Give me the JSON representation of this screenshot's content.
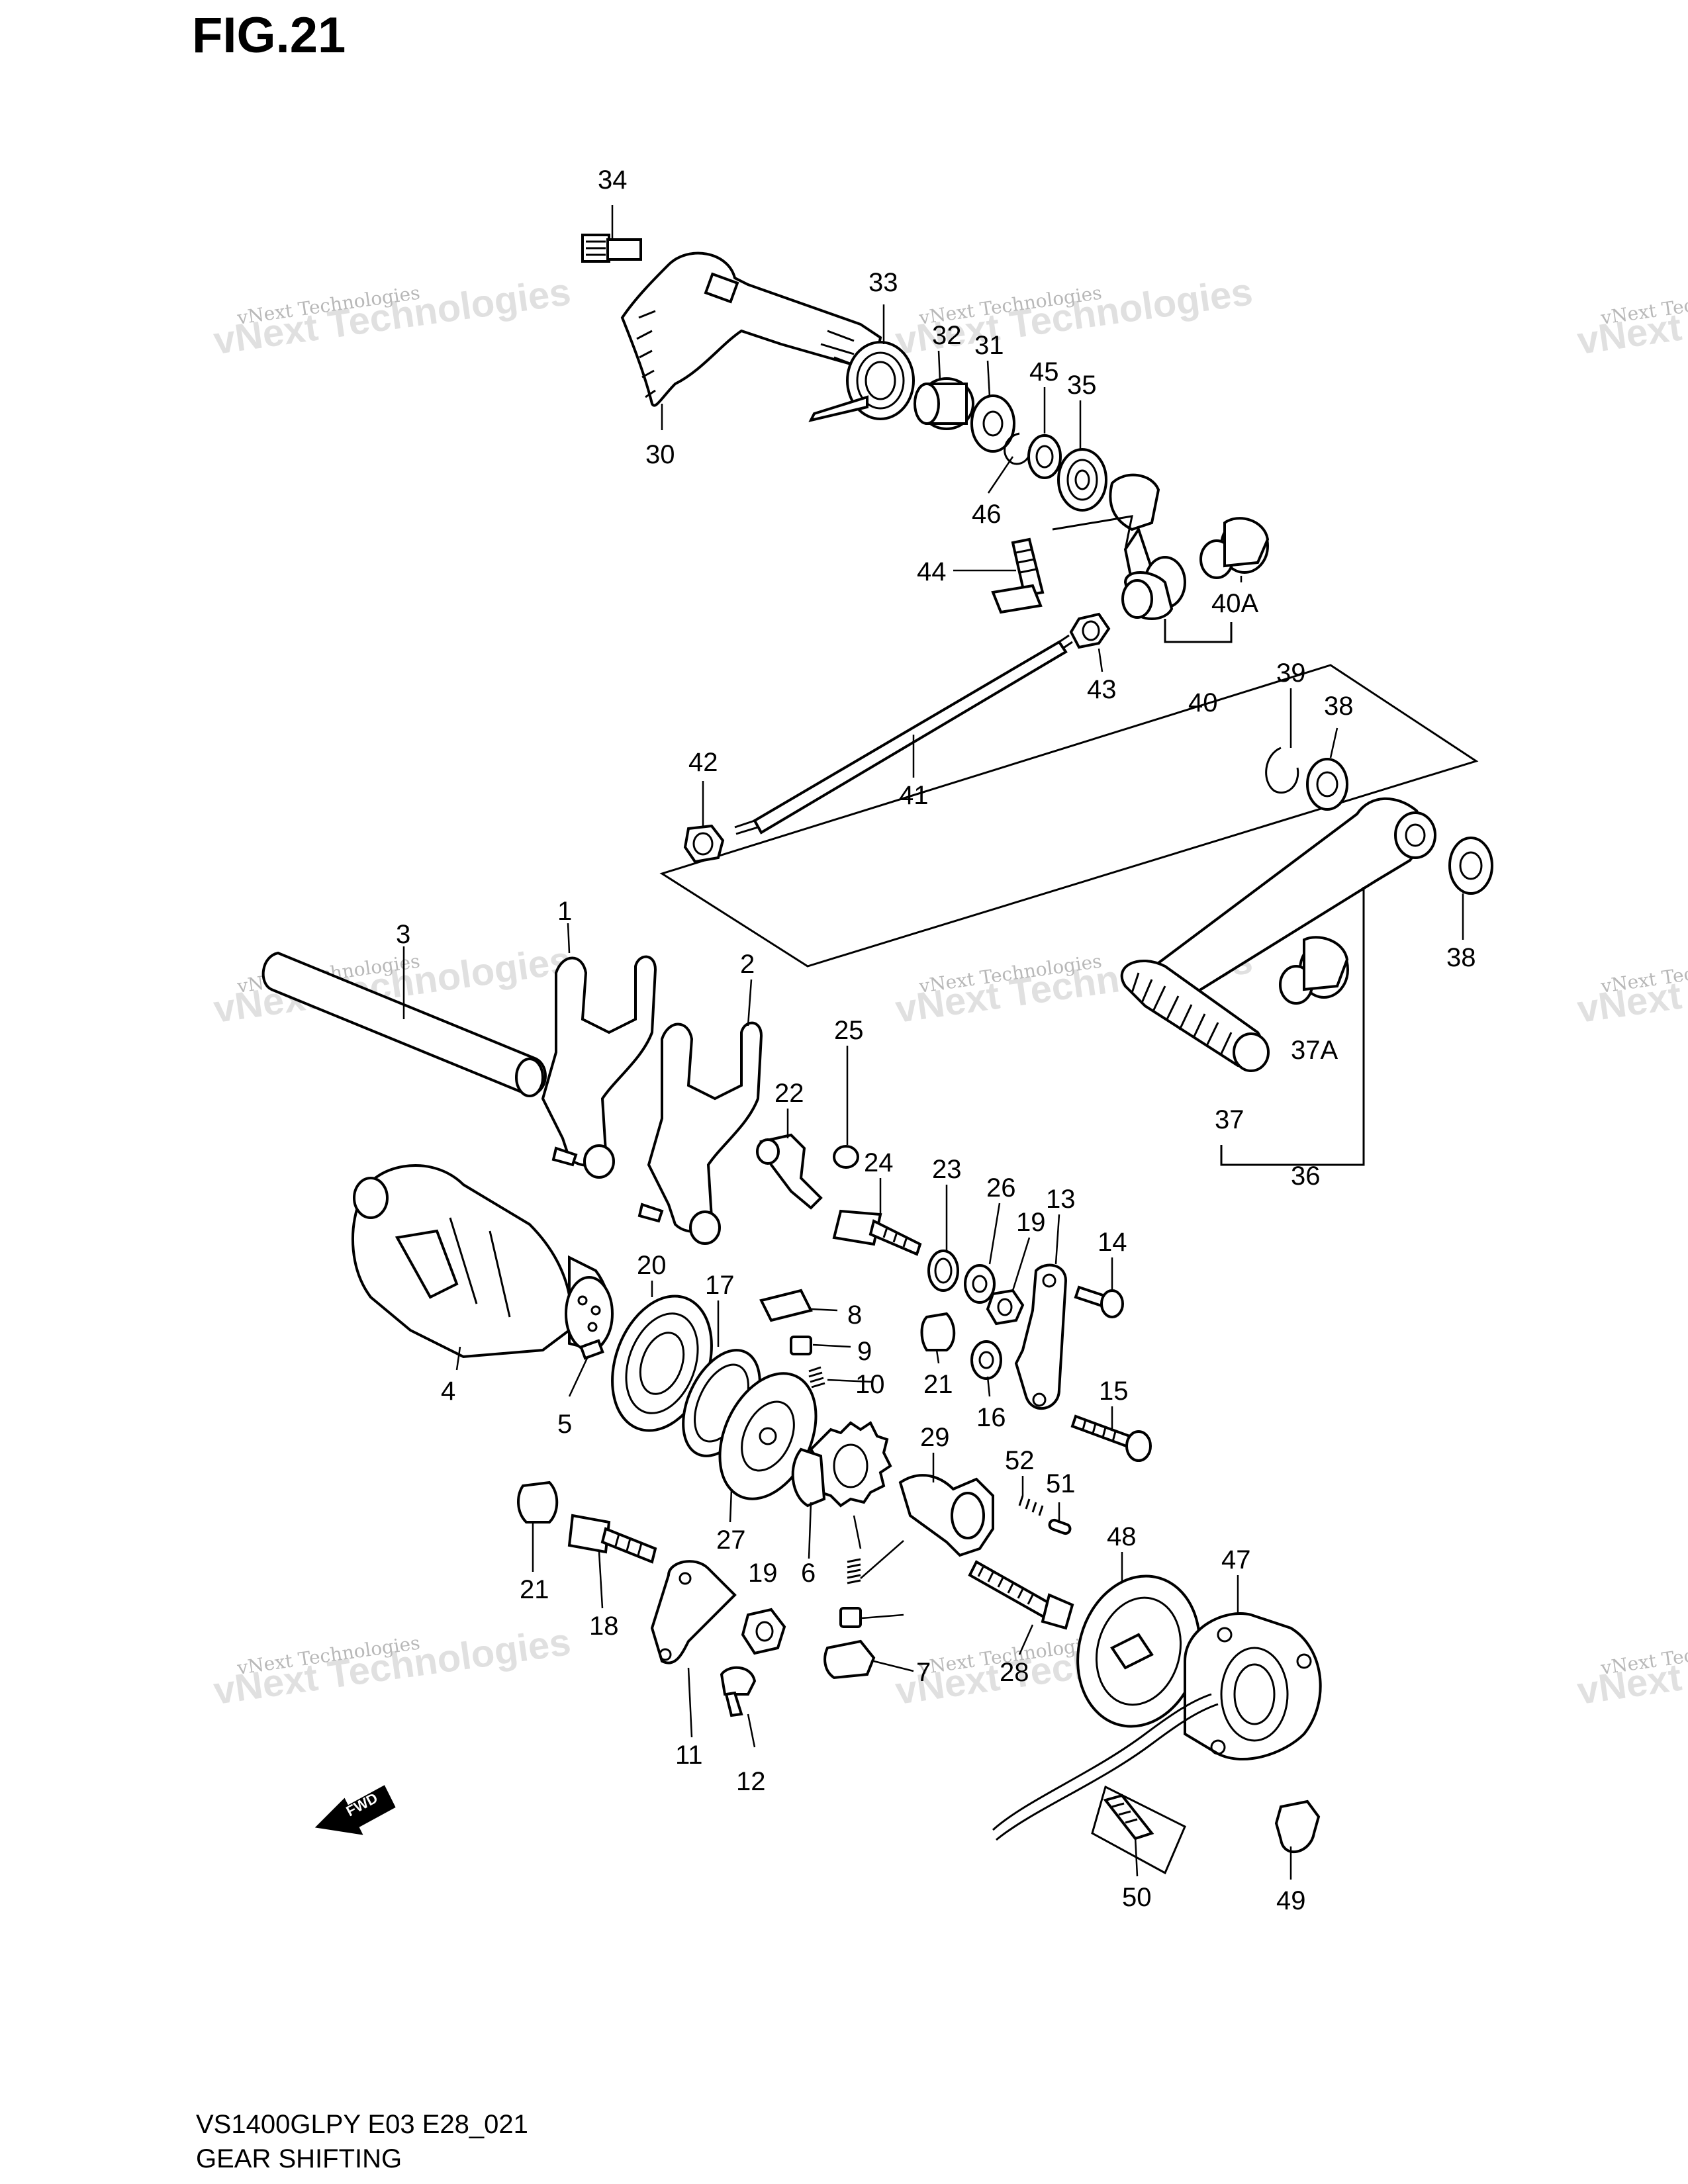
{
  "figure": {
    "title": "FIG.21",
    "model_code": "VS1400GLPY E03 E28_021",
    "section_name": "GEAR SHIFTING"
  },
  "watermark": {
    "line1": "vNext Technologies",
    "line2": "vNext Technologies"
  },
  "direction_marker": "FWD",
  "callouts": [
    "1",
    "2",
    "3",
    "4",
    "5",
    "6",
    "7",
    "8",
    "9",
    "10",
    "11",
    "12",
    "13",
    "14",
    "15",
    "16",
    "17",
    "18",
    "19",
    "20",
    "21",
    "22",
    "23",
    "24",
    "25",
    "26",
    "27",
    "28",
    "29",
    "30",
    "31",
    "32",
    "33",
    "34",
    "35",
    "36",
    "37",
    "37A",
    "38",
    "39",
    "40",
    "40A",
    "41",
    "42",
    "43",
    "44",
    "45",
    "46",
    "47",
    "48",
    "49",
    "50",
    "51",
    "52"
  ]
}
